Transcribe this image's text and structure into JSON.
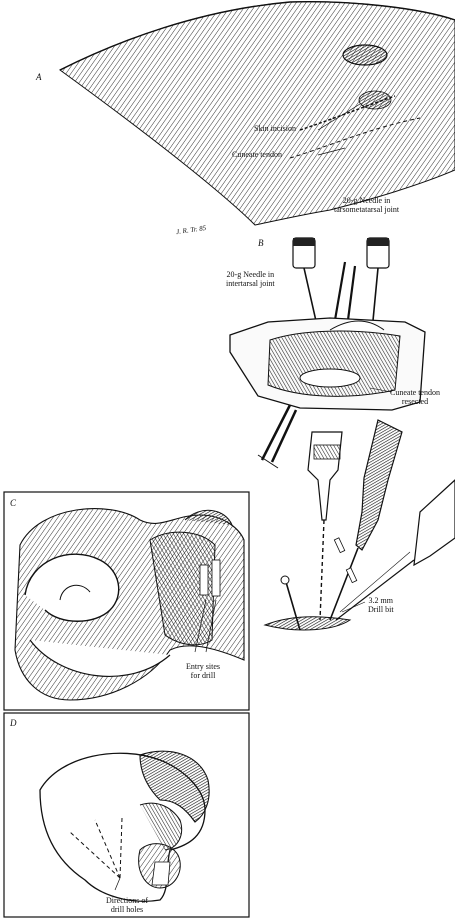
{
  "panels": {
    "a": {
      "letter": "A",
      "skin_incision": "Skin incision",
      "cuneate_tendon": "Cuneate tendon",
      "signature": "J. R. Tr. 85"
    },
    "b": {
      "letter": "B",
      "needle_tarsometatarsal": "20-g Needle in\ntarsometatarsal joint",
      "needle_intertarsal": "20-g Needle in\nintertarsal joint",
      "tendon_resected": "Cuneate tendon\nresected",
      "drill_bit": "3.2 mm\nDrill bit"
    },
    "c": {
      "letter": "C",
      "entry_sites": "Entry sites\nfor drill"
    },
    "d": {
      "letter": "D",
      "directions": "Directions of\ndrill holes"
    }
  }
}
